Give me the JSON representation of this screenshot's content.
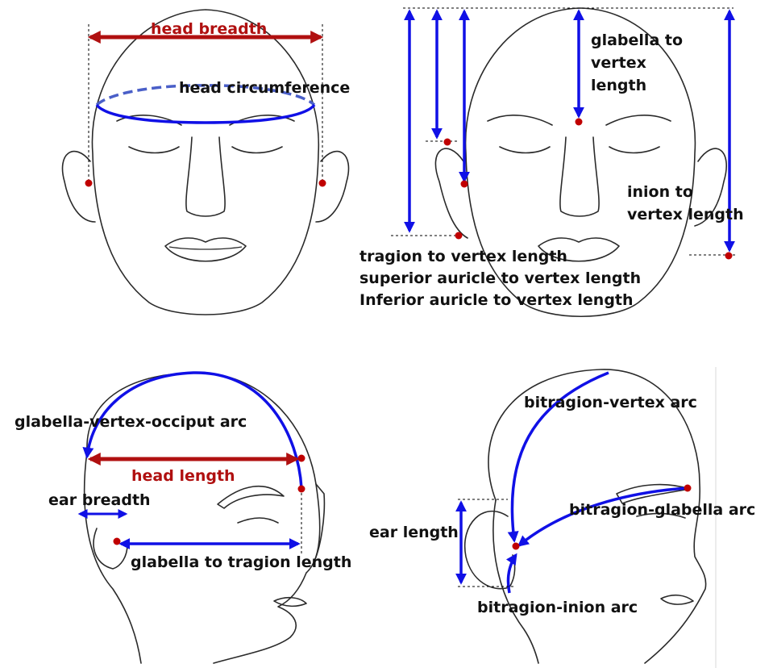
{
  "colors": {
    "measure": "#1010e6",
    "breadth": "#b01010",
    "landmark": "#c00000",
    "outline": "#2a2a2a"
  },
  "panels": {
    "front_left": {
      "head_breadth": "head breadth",
      "head_circumference": "head circumference"
    },
    "front_right": {
      "glabella_to_vertex": [
        "glabella to",
        "vertex",
        "length"
      ],
      "inion_to_vertex": [
        "inion to",
        "vertex length"
      ],
      "ear_vertex_lengths": [
        "tragion to vertex length",
        "superior auricle to vertex length",
        "Inferior auricle to vertex length"
      ]
    },
    "side_left": {
      "glabella_vertex_occiput_arc": "glabella-vertex-occiput arc",
      "head_length": "head length",
      "ear_breadth": "ear breadth",
      "glabella_to_tragion": "glabella to tragion length"
    },
    "side_right": {
      "bitragion_vertex_arc": "bitragion-vertex arc",
      "bitragion_glabella_arc": "bitragion-glabella arc",
      "ear_length": "ear length",
      "bitragion_inion_arc": "bitragion-inion arc"
    }
  }
}
